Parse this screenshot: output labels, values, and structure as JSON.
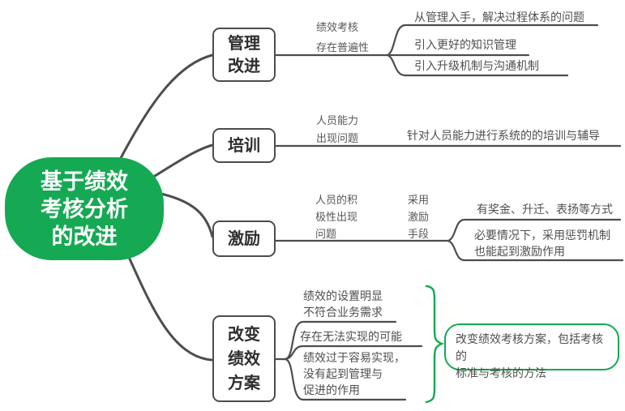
{
  "colors": {
    "green": "#15A953",
    "line": "#4D4D4D",
    "text": "#4F4F4F"
  },
  "root": {
    "label": "基于绩效\n考核分析\n的改进"
  },
  "branches": {
    "management": {
      "title": "管理\n改进",
      "edge_label": "绩效考核\n存在普遍性",
      "leaves": [
        "从管理入手，解决过程体系的问题",
        "引入更好的知识管理",
        "引入升级机制与沟通机制"
      ]
    },
    "training": {
      "title": "培训",
      "edge_label": "人员能力\n出现问题",
      "leaves": [
        "针对人员能力进行系统的的培训与辅导"
      ]
    },
    "motivation": {
      "title": "激励",
      "edge_label_cause": "人员的积\n极性出现\n问题",
      "edge_label_method": "采用\n激励\n手段",
      "leaves": [
        "有奖金、升迁、表扬等方式",
        "必要情况下，采用惩罚机制\n也能起到激励作用"
      ]
    },
    "change_plan": {
      "title": "改变\n绩效\n方案",
      "leaves": [
        "绩效的设置明显\n不符合业务需求",
        "存在无法实现的可能",
        "绩效过于容易实现，\n没有起到管理与\n促进的作用"
      ],
      "callout": "改变绩效考核方案，包括考核的\n标准与考核的方法"
    }
  }
}
